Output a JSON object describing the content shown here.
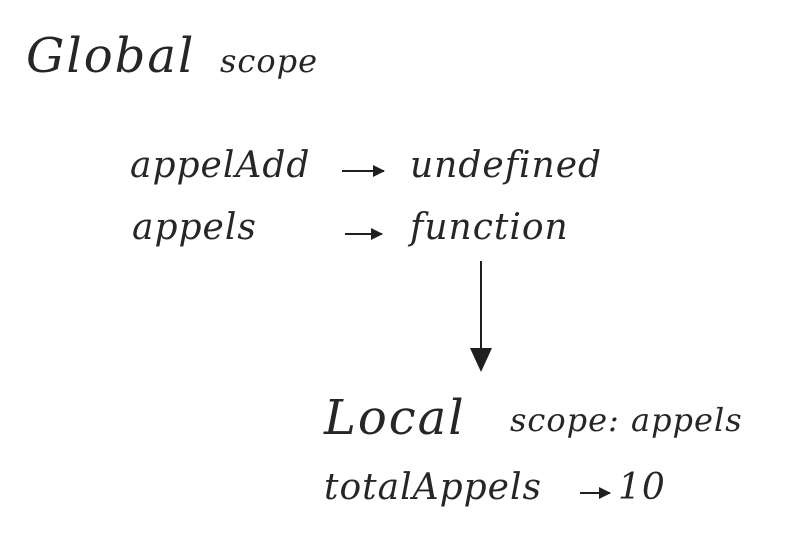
{
  "global": {
    "word1": "Global",
    "word2": "scope",
    "entries": [
      {
        "name": "appelAdd",
        "value": "undefined"
      },
      {
        "name": "appels",
        "value": "function"
      }
    ]
  },
  "local": {
    "word1": "Local",
    "word2": "scope: appels",
    "entries": [
      {
        "name": "totalAppels",
        "value": "10"
      }
    ]
  }
}
